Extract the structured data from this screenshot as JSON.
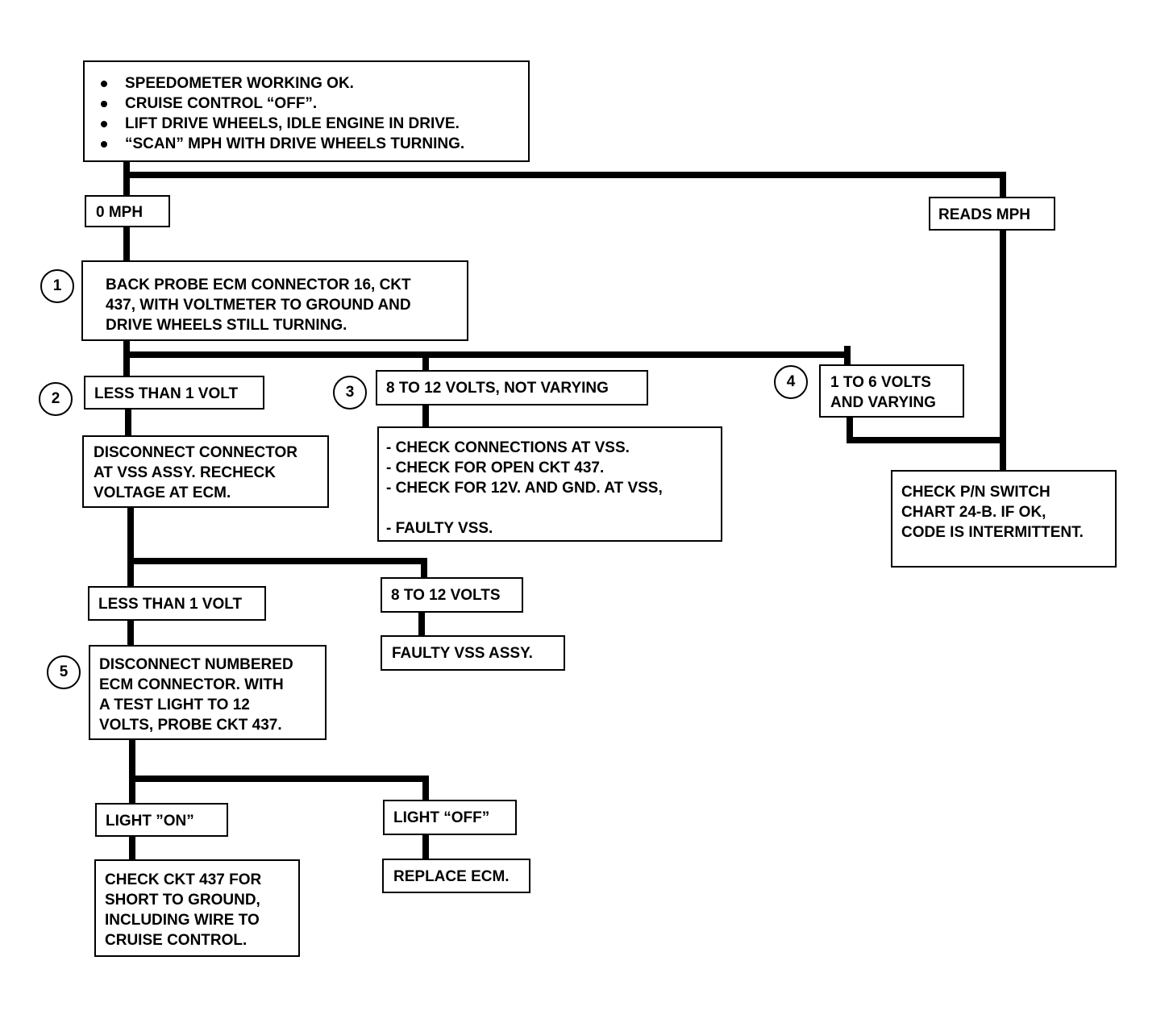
{
  "flowchart": {
    "start": {
      "items": [
        "SPEEDOMETER WORKING OK.",
        "CRUISE CONTROL “OFF”.",
        "LIFT DRIVE WHEELS, IDLE ENGINE IN DRIVE.",
        "“SCAN” MPH WITH DRIVE WHEELS TURNING."
      ]
    },
    "zero_mph": "0 MPH",
    "reads_mph": "READS MPH",
    "step1": {
      "number": "1",
      "lines": [
        "BACK PROBE ECM CONNECTOR 16, CKT",
        "437, WITH VOLTMETER TO GROUND AND",
        "DRIVE WHEELS STILL TURNING."
      ]
    },
    "step2": {
      "number": "2",
      "label": "LESS THAN 1 VOLT"
    },
    "step3": {
      "number": "3",
      "label": "8 TO 12 VOLTS, NOT VARYING"
    },
    "step4": {
      "number": "4",
      "lines": [
        "1 TO 6 VOLTS",
        "AND VARYING"
      ]
    },
    "disconnect_vss": {
      "lines": [
        "DISCONNECT CONNECTOR",
        "AT VSS ASSY.  RECHECK",
        "VOLTAGE AT ECM."
      ]
    },
    "checks_vss": {
      "lines": [
        "- CHECK CONNECTIONS AT VSS.",
        "- CHECK FOR OPEN CKT 437.",
        "- CHECK FOR 12V. AND GND. AT VSS,",
        "",
        "- FAULTY VSS."
      ]
    },
    "check_pn": {
      "lines": [
        "CHECK P/N SWITCH",
        "CHART 24-B.  IF OK,",
        "CODE IS INTERMITTENT."
      ]
    },
    "less_than_1_volt_b": "LESS THAN 1 VOLT",
    "eight_to_12": "8 TO 12 VOLTS",
    "faulty_vss_assy": "FAULTY VSS ASSY.",
    "step5": {
      "number": "5",
      "lines": [
        "DISCONNECT NUMBERED",
        "ECM CONNECTOR.   WITH",
        "A TEST LIGHT TO 12",
        "VOLTS, PROBE  CKT 437."
      ]
    },
    "light_on": "LIGHT ”ON”",
    "light_off": "LIGHT  “OFF”",
    "check_short": {
      "lines": [
        "CHECK CKT 437 FOR",
        "SHORT TO GROUND,",
        "INCLUDING WIRE TO",
        "CRUISE CONTROL."
      ]
    },
    "replace_ecm": "REPLACE ECM."
  }
}
